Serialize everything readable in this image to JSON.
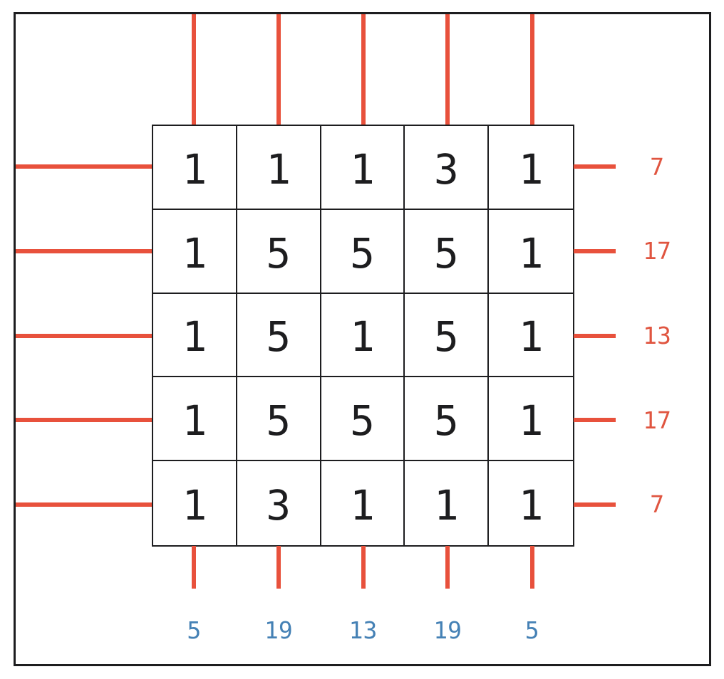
{
  "puzzle": {
    "grid": {
      "rows": 5,
      "cols": 5,
      "values": [
        [
          "1",
          "1",
          "1",
          "3",
          "1"
        ],
        [
          "1",
          "5",
          "5",
          "5",
          "1"
        ],
        [
          "1",
          "5",
          "1",
          "5",
          "1"
        ],
        [
          "1",
          "5",
          "5",
          "5",
          "1"
        ],
        [
          "1",
          "3",
          "1",
          "1",
          "1"
        ]
      ]
    },
    "row_clues_right": [
      "7",
      "17",
      "13",
      "17",
      "7"
    ],
    "col_clues_bottom": [
      "5",
      "19",
      "13",
      "19",
      "5"
    ],
    "colors": {
      "clue_line": "#e8513c",
      "row_clue_text": "#e05540",
      "col_clue_text": "#4581b5",
      "grid_line": "#1d1d1f",
      "cell_text": "#1d1d1f",
      "frame": "#1d1d1f",
      "background": "#ffffff"
    }
  }
}
